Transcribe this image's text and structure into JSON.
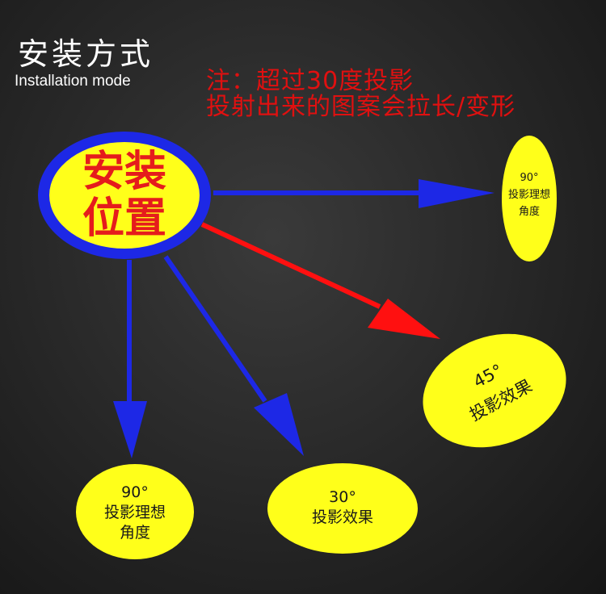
{
  "header": {
    "title_cn": "安装方式",
    "title_en": "Installation mode"
  },
  "note": {
    "line1": "注：超过30度投影",
    "line2": "投射出来的图案会拉长/变形"
  },
  "install_position": {
    "line1": "安装",
    "line2": "位置"
  },
  "targets": {
    "right_90": {
      "angle": "90°",
      "line1": "投影理想",
      "line2": "角度"
    },
    "right_45": {
      "angle": "45°",
      "line1": "投影效果"
    },
    "bottom_90": {
      "angle": "90°",
      "line1": "投影理想",
      "line2": "角度"
    },
    "bottom_30": {
      "angle": "30°",
      "line1": "投影效果"
    }
  },
  "colors": {
    "background": "#262626",
    "circle_outer": "#1d28e6",
    "circle_inner": "#ffff1a",
    "arrow_blue": "#1d28e6",
    "arrow_red": "#ff1010",
    "target_fill": "#ffff1a",
    "note_text": "#e01010",
    "install_text": "#e51c1c"
  }
}
